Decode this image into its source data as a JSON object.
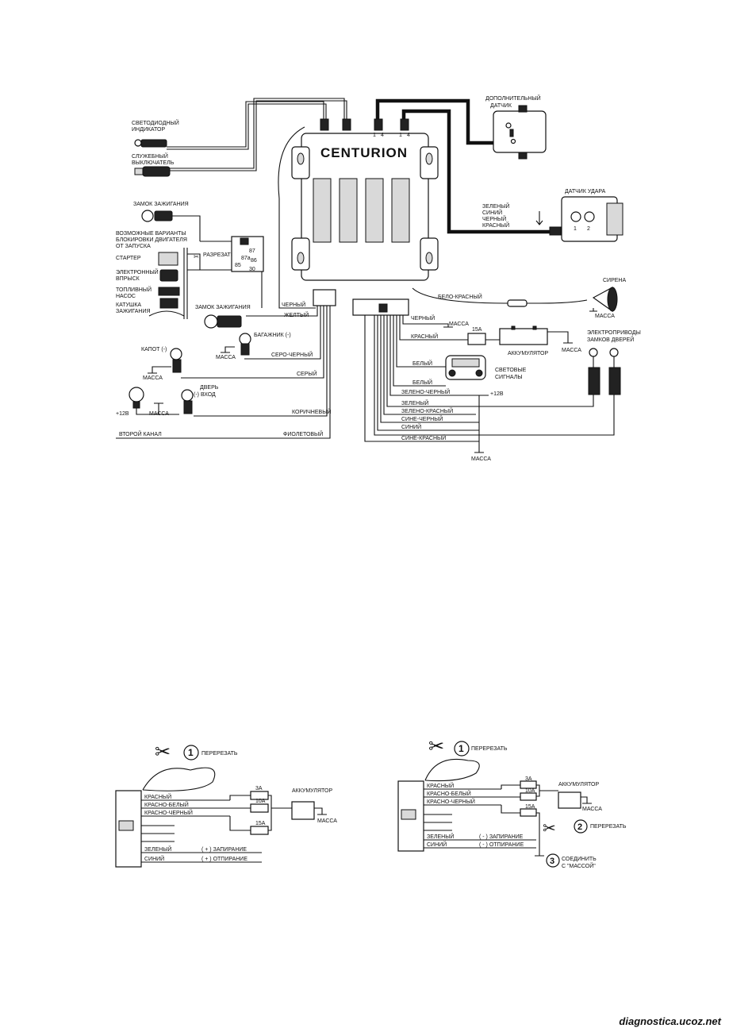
{
  "top": {
    "brand": "CENTURION",
    "connector_pins": [
      "1",
      "4",
      "1",
      "4"
    ],
    "left_labels": {
      "led": [
        "СВЕТОДИОДНЫЙ",
        "ИНДИКАТОР"
      ],
      "valet": [
        "СЛУЖЕБНЫЙ",
        "ВЫКЛЮЧАТЕЛЬ"
      ],
      "ignition1": "ЗАМОК ЗАЖИГАНИЯ",
      "variants": [
        "ВОЗМОЖНЫЕ ВАРИАНТЫ",
        "БЛОКИРОВКИ ДВИГАТЕЛЯ",
        "ОТ ЗАПУСКА"
      ],
      "starter": "СТАРТЕР",
      "injection": [
        "ЭЛЕКТРОННЫЙ",
        "ВПРЫСК"
      ],
      "fuel_pump": [
        "ТОПЛИВНЫЙ",
        "НАСОС"
      ],
      "coil": [
        "КАТУШКА",
        "ЗАЖИГАНИЯ"
      ],
      "cut": "РАЗРЕЗАТЬ",
      "relay_pins": [
        "87",
        "87a",
        "85",
        "86",
        "30"
      ],
      "ignition2": "ЗАМОК ЗАЖИГАНИЯ",
      "trunk": "БАГАЖНИК (-)",
      "hood": "КАПОТ (-)",
      "door": [
        "ДВЕРЬ",
        "(-) ВХОД"
      ],
      "plus12": "+12В",
      "ground": "МАССА",
      "second_channel": "ВТОРОЙ КАНАЛ"
    },
    "left_wires": [
      "ЧЕРНЫЙ",
      "ЖЕЛТЫЙ",
      "СЕРО-ЧЕРНЫЙ",
      "СЕРЫЙ",
      "КОРИЧНЕВЫЙ",
      "ФИОЛЕТОВЫЙ"
    ],
    "right_labels": {
      "extra_sensor": [
        "ДОПОЛНИТЕЛЬНЫЙ",
        "ДАТЧИК"
      ],
      "shock_sensor": "ДАТЧИК УДАРА",
      "shock_wires": [
        "ЗЕЛЕНЫЙ",
        "СИНИЙ",
        "ЧЕРНЫЙ",
        "КРАСНЫЙ"
      ],
      "shock_pins": [
        "1",
        "2"
      ],
      "siren": "СИРЕНА",
      "siren_wire": "БЕЛО-КРАСНЫЙ",
      "ground": "МАССА",
      "fuse": "15А",
      "battery": "АККУМУЛЯТОР",
      "lights": [
        "СВЕТОВЫЕ",
        "СИГНАЛЫ"
      ],
      "locks": [
        "ЭЛЕКТРОПРИВОДЫ",
        "ЗАМКОВ ДВЕРЕЙ"
      ],
      "plus12": "+12В"
    },
    "right_wires": [
      "ЧЕРНЫЙ",
      "КРАСНЫЙ",
      "БЕЛЫЙ",
      "БЕЛЫЙ",
      "ЗЕЛЕНО-ЧЕРНЫЙ",
      "ЗЕЛЕНЫЙ",
      "ЗЕЛЕНО-КРАСНЫЙ",
      "СИНЕ-ЧЕРНЫЙ",
      "СИНИЙ",
      "СИНЕ-КРАСНЫЙ"
    ]
  },
  "bottom_left": {
    "step": "1",
    "cut": "ПЕРЕРЕЗАТЬ",
    "wires": [
      "КРАСНЫЙ",
      "КРАСНО-БЕЛЫЙ",
      "КРАСНО-ЧЕРНЫЙ"
    ],
    "fuses": [
      "3А",
      "10А",
      "15А"
    ],
    "battery": "АККУМУЛЯТОР",
    "ground": "МАССА",
    "bottom_wires": [
      "ЗЕЛЕНЫЙ",
      "СИНИЙ"
    ],
    "functions": [
      "( + ) ЗАПИРАНИЕ",
      "( + ) ОТПИРАНИЕ"
    ]
  },
  "bottom_right": {
    "step1": "1",
    "cut1": "ПЕРЕРЕЗАТЬ",
    "wires": [
      "КРАСНЫЙ",
      "КРАСНО-БЕЛЫЙ",
      "КРАСНО-ЧЕРНЫЙ"
    ],
    "fuses": [
      "3А",
      "10А",
      "15А"
    ],
    "battery": "АККУМУЛЯТОР",
    "ground": "МАССА",
    "bottom_wires": [
      "ЗЕЛЕНЫЙ",
      "СИНИЙ"
    ],
    "functions": [
      "( - ) ЗАПИРАНИЕ",
      "( - ) ОТПИРАНИЕ"
    ],
    "step2": "2",
    "cut2": "ПЕРЕРЕЗАТЬ",
    "step3": "3",
    "connect": [
      "СОЕДИНИТЬ",
      "С \"МАССОЙ\""
    ]
  },
  "watermark": "diagnostica.ucoz.net"
}
